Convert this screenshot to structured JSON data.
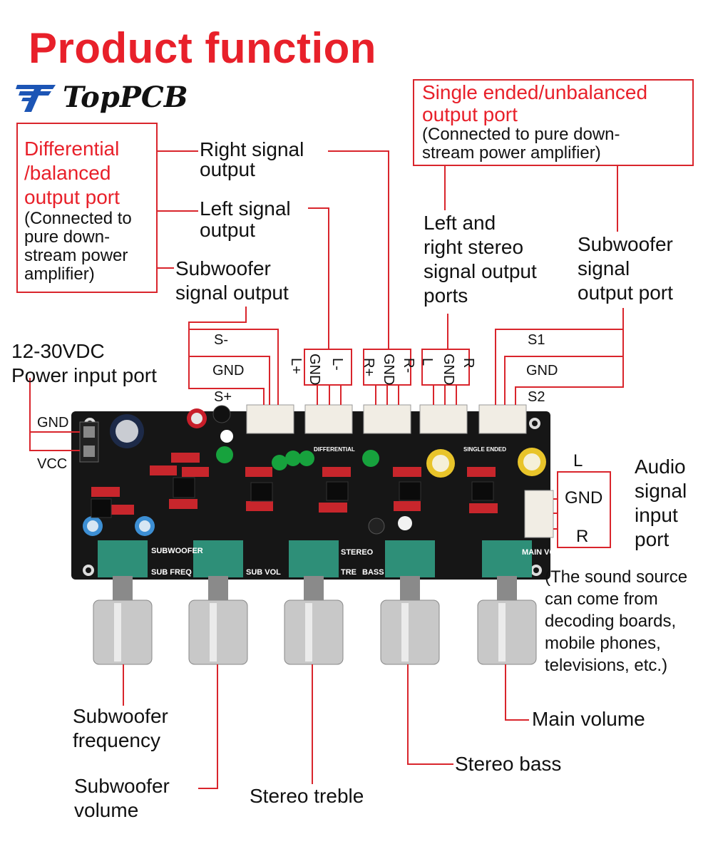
{
  "title": "Product function",
  "logo": {
    "brand": "TopPCB",
    "icon": "toppcb-logo-icon"
  },
  "diff_box": {
    "title_lines": [
      "Differential",
      "/balanced",
      "output port"
    ],
    "note_lines": [
      "(Connected to",
      "pure down-",
      "stream power",
      "amplifier)"
    ]
  },
  "single_box": {
    "title_lines": [
      "Single ended/unbalanced",
      "output port"
    ],
    "note_lines": [
      "(Connected to pure down-",
      "stream power amplifier)"
    ]
  },
  "labels": {
    "right_signal": [
      "Right signal",
      "output"
    ],
    "left_signal": [
      "Left signal",
      "output"
    ],
    "sub_signal": [
      "Subwoofer",
      "signal output"
    ],
    "power": [
      "12-30VDC",
      "Power input port"
    ],
    "stereo_ports": [
      "Left and",
      "right stereo",
      "signal output",
      "ports"
    ],
    "sub_port": [
      "Subwoofer",
      "signal",
      "output port"
    ],
    "audio_input": [
      "Audio",
      "signal",
      "input",
      "port"
    ],
    "audio_note": [
      "(The sound source",
      "can come from",
      "decoding boards,",
      "mobile phones,",
      "televisions, etc.)"
    ],
    "sub_freq": [
      "Subwoofer",
      "frequency"
    ],
    "sub_vol": [
      "Subwoofer",
      "volume"
    ],
    "treble": "Stereo treble",
    "bass": "Stereo bass",
    "main_vol": "Main volume"
  },
  "pins": {
    "s_minus": "S-",
    "gnd1": "GND",
    "s_plus": "S+",
    "left_conn": [
      "L+",
      "GND",
      "L-"
    ],
    "right_conn": [
      "R+",
      "GND",
      "R-"
    ],
    "stereo_conn": [
      "L",
      "GND",
      "R"
    ],
    "s1": "S1",
    "gnd2": "GND",
    "s2": "S2",
    "power_gnd": "GND",
    "power_vcc": "VCC",
    "in_l": "L",
    "in_gnd": "GND",
    "in_r": "R"
  },
  "board_silk": {
    "subwoofer": "SUBWOOFER",
    "sub_freq": "SUB FREQ",
    "sub_vol": "SUB VOL",
    "stereo": "STEREO",
    "tre": "TRE",
    "bass": "BASS",
    "main_vol": "MAIN VOL",
    "differential": "DIFFERENTIAL",
    "single_ended": "SINGLE ENDED"
  },
  "colors": {
    "accent_red": "#e8202a",
    "board": "#1a1a1a",
    "knob_metal": "#c8c8c8",
    "pot_green": "#2e8f78"
  }
}
